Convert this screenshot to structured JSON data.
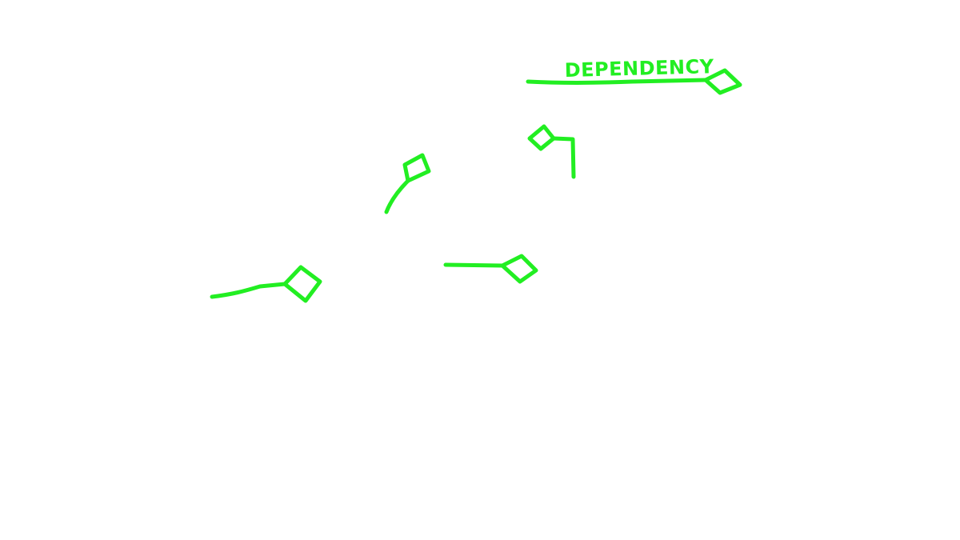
{
  "diagram": {
    "stroke_color": "#22ee22",
    "background": "#ffffff",
    "legend": {
      "label": "DEPENDENCY",
      "connector": "line-with-diamond-end"
    },
    "connectors": [
      {
        "id": "connector-1",
        "shape": "line-with-diamond-end"
      },
      {
        "id": "connector-2",
        "shape": "line-with-diamond-end"
      },
      {
        "id": "connector-3",
        "shape": "line-with-diamond-end"
      },
      {
        "id": "connector-4",
        "shape": "elbow-line-with-diamond-end"
      }
    ]
  }
}
